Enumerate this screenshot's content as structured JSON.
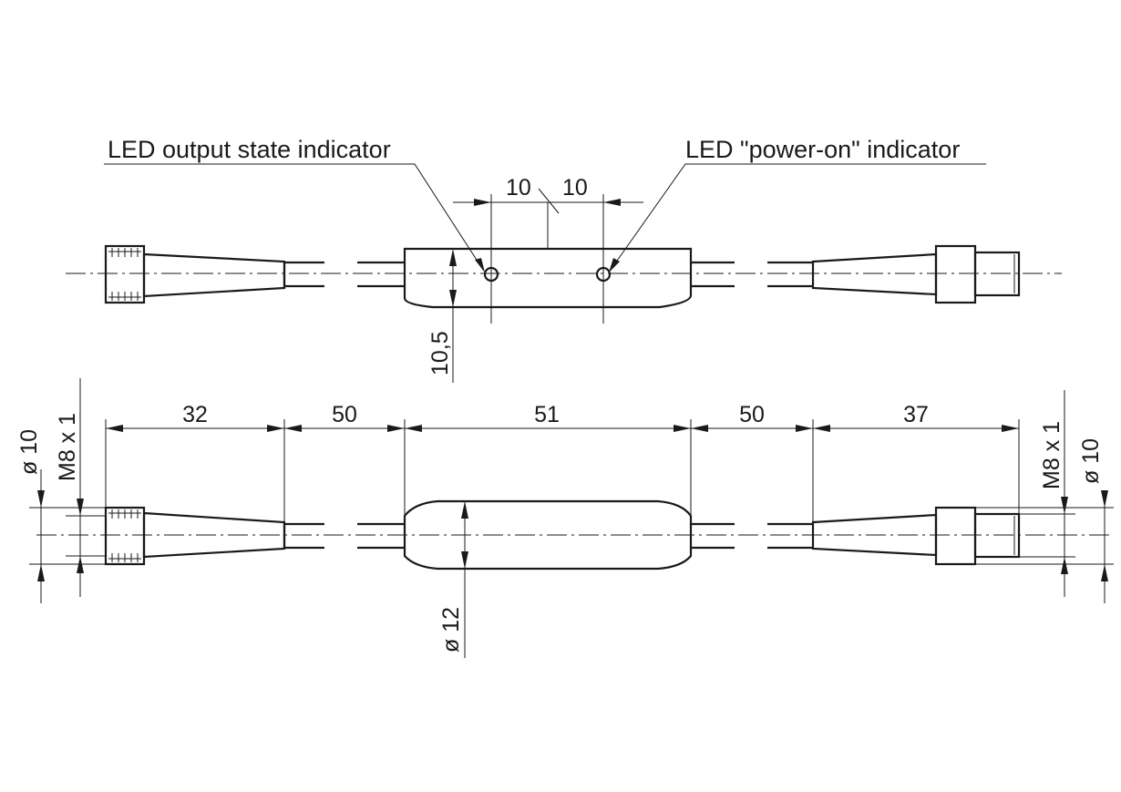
{
  "callouts": {
    "led_output": "LED output state indicator",
    "led_power": "LED \"power-on\" indicator"
  },
  "top_view": {
    "led_spacing_left": "10",
    "led_spacing_right": "10",
    "height": "10,5"
  },
  "side_view": {
    "left_connector_length": "32",
    "left_cable_gap": "50",
    "body_length": "51",
    "right_cable_gap": "50",
    "right_connector_length": "37",
    "body_diameter": "ø 12",
    "left_outer_diameter": "ø 10",
    "left_thread": "M8 x 1",
    "right_thread": "M8 x 1",
    "right_outer_diameter": "ø 10"
  }
}
